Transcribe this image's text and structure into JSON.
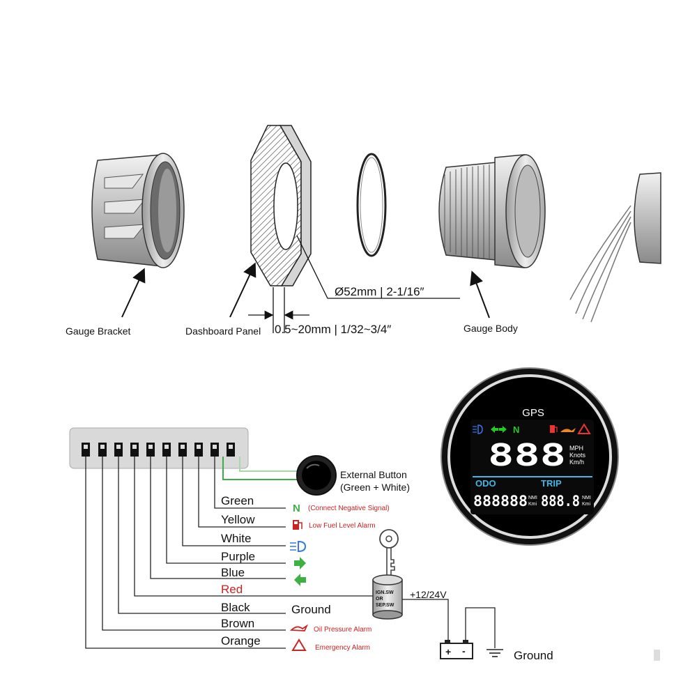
{
  "exploded_view": {
    "gauge_bracket_label": "Gauge Bracket",
    "dashboard_panel_label": "Dashboard Panel",
    "gauge_body_label": "Gauge Body",
    "diameter_dim": "Ø52mm | 2-1/16″",
    "thickness_dim": "0.5~20mm | 1/32~3/4″"
  },
  "gauge": {
    "title": "GPS",
    "neutral": "N",
    "speed_digits": "888",
    "units": [
      "MPH",
      "Knots",
      "Km/h"
    ],
    "odo_label": "ODO",
    "trip_label": "TRIP",
    "odo_digits": "888888",
    "trip_digits": "888.8",
    "small_unit_top": "NMI",
    "small_unit_bottom": "Kmi"
  },
  "wiring": {
    "external_button": [
      "External Button",
      "(Green + White)"
    ],
    "wires": [
      {
        "color": "Green",
        "icon": "N",
        "function": "(Connect Negative Signal)"
      },
      {
        "color": "Yellow",
        "icon": "fuel",
        "function": "Low Fuel Level Alarm"
      },
      {
        "color": "White",
        "icon": "headlight",
        "function": ""
      },
      {
        "color": "Purple",
        "icon": "arrow-right",
        "function": ""
      },
      {
        "color": "Blue",
        "icon": "arrow-left",
        "function": ""
      },
      {
        "color": "Red",
        "icon": "",
        "function": ""
      },
      {
        "color": "Black",
        "icon": "",
        "function": "Ground"
      },
      {
        "color": "Brown",
        "icon": "oil",
        "function": "Oil Pressure Alarm"
      },
      {
        "color": "Orange",
        "icon": "warning",
        "function": "Emergency Alarm"
      }
    ],
    "ignition_switch": [
      "IGN.SW",
      "OR",
      "SEP.SW"
    ],
    "supply_voltage": "+12/24V",
    "battery_plus": "+",
    "battery_minus": "-",
    "ground_label": "Ground"
  },
  "colors": {
    "wire_green": "#3cb043",
    "red_label": "#cc2222",
    "alarm_red": "#cc2222",
    "lcd_green": "#22cc22",
    "lcd_cyan": "#3fb8e8",
    "lcd_blue": "#3377ee",
    "lcd_red": "#ee3333",
    "lcd_orange": "#ee8822"
  }
}
